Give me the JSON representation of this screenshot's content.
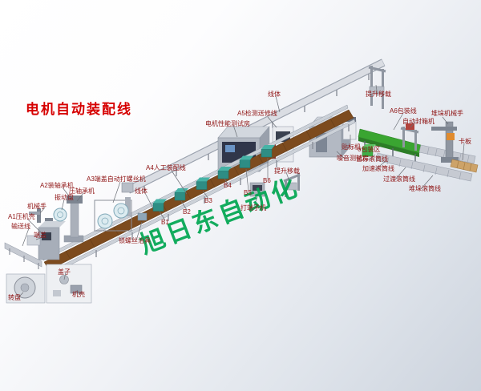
{
  "title": "电机自动装配线",
  "watermark": "旭日东自动化",
  "labels": {
    "a2_bearing_machine": "A2装轴承机",
    "vibration_plate": "振动盘",
    "robot_hand": "机械手",
    "a1_press_shell": "A1压机壳",
    "conveyor_line": "输送线",
    "end_cover": "端盖",
    "press_bearing_machine": "压轴承机",
    "a3_screw_machine": "A3端盖自动打螺丝机",
    "a4_manual_line": "A4人工装配线",
    "line_body_left": "线体",
    "screw_fixture": "锁螺丝治具",
    "b1": "B1",
    "b2": "B2",
    "b3": "B3",
    "b4": "B4",
    "b5": "B5",
    "b6": "B6",
    "terminal_machine": "打端子机",
    "lift_transfer_mid": "提升移载",
    "a5_test_line": "A5检测送修线",
    "motor_test_room": "电机性能测试房",
    "line_body_top": "线体",
    "lift_transfer_top": "提升移载",
    "a6_packing_line": "A6包装线",
    "auto_sealer": "自动封箱机",
    "stacking_robot": "堆垛机械手",
    "pallet": "卡板",
    "labeling_machine": "贴标机",
    "noise_test_room": "噪音测试房",
    "packing_area": "6包装区",
    "temp_roller_line": "暂存滚筒线",
    "accel_roller_line": "加速滚筒线",
    "transition_roller_line": "过渡滚筒线",
    "stacking_roller_line": "堆垛滚筒线",
    "cover": "盖子",
    "machine_shell": "机壳",
    "turntable": "转盘"
  },
  "colors": {
    "title_red": "#d60000",
    "label_maroon": "#8f1414",
    "watermark_green": "#00a651",
    "deck_brown": "#7d4b1e",
    "belt_green": "#3aa531",
    "station_teal": "#2e8d84",
    "machine_gray": "#b3b9c3"
  }
}
